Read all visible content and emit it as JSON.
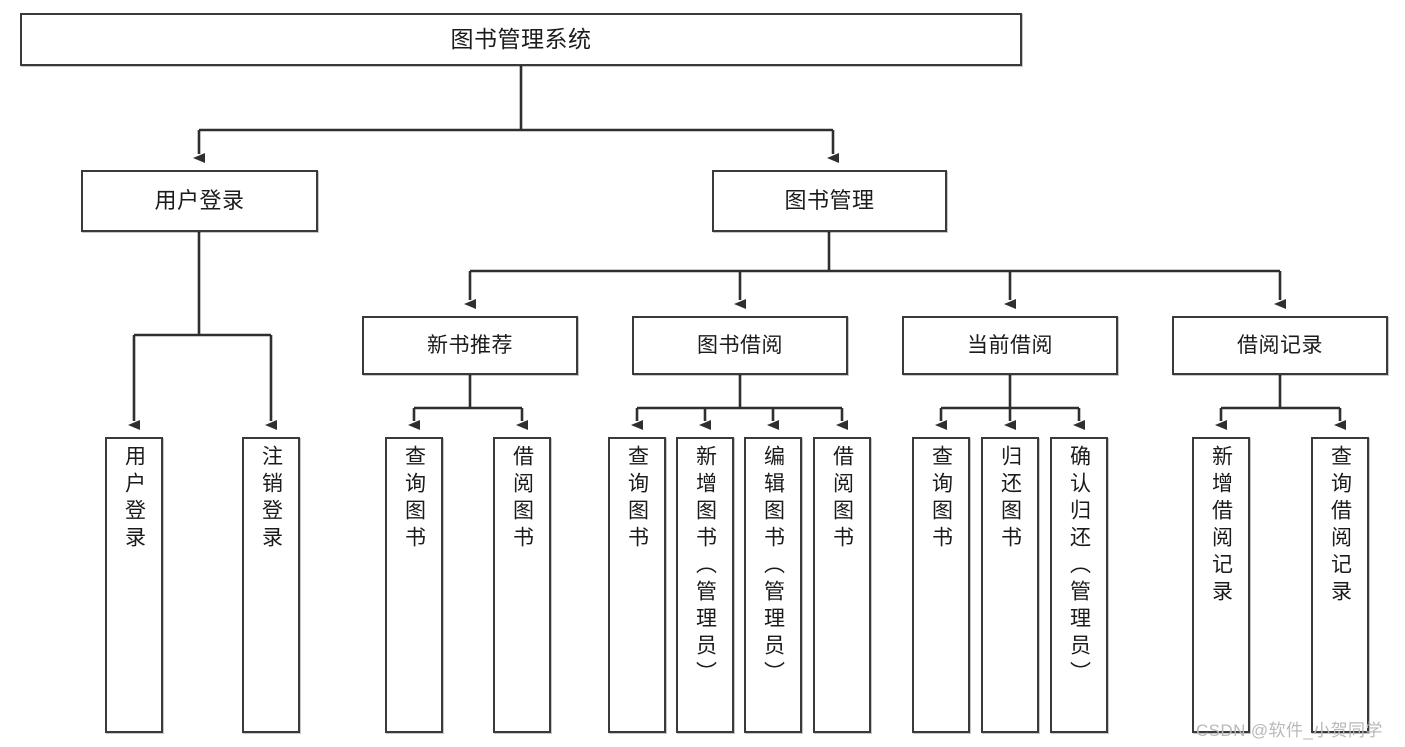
{
  "diagram": {
    "title": "图书管理系统",
    "type": "functional-structure-tree",
    "watermark": "CSDN @软件_小贺同学",
    "colors": {
      "box_border": "#3a3a3a",
      "box_fill": "#ffffff",
      "line": "#2f2f2f",
      "text": "#1b1b1b",
      "watermark": "#b9b9b9",
      "background": "#ffffff"
    },
    "nodes": {
      "root": {
        "label": "图书管理系统"
      },
      "level2": [
        {
          "label": "用户登录"
        },
        {
          "label": "图书管理"
        }
      ],
      "level3": [
        {
          "label": "新书推荐"
        },
        {
          "label": "图书借阅"
        },
        {
          "label": "当前借阅"
        },
        {
          "label": "借阅记录"
        }
      ],
      "leaves": {
        "user_login": [
          {
            "label": "用户登录"
          },
          {
            "label": "注销登录"
          }
        ],
        "new_book_recommend": [
          {
            "label": "查询图书"
          },
          {
            "label": "借阅图书"
          }
        ],
        "book_borrow": [
          {
            "label": "查询图书"
          },
          {
            "label": "新增图书（管理员）"
          },
          {
            "label": "编辑图书（管理员）"
          },
          {
            "label": "借阅图书"
          }
        ],
        "current_borrow": [
          {
            "label": "查询图书"
          },
          {
            "label": "归还图书"
          },
          {
            "label": "确认归还（管理员）"
          }
        ],
        "borrow_record": [
          {
            "label": "新增借阅记录"
          },
          {
            "label": "查询借阅记录"
          }
        ]
      }
    }
  }
}
